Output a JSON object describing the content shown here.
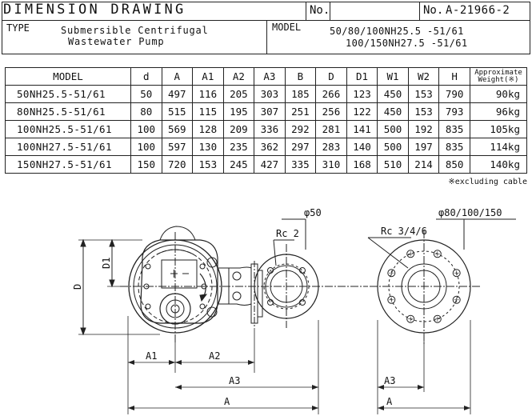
{
  "header": {
    "title": "DIMENSION DRAWING",
    "no_label": "No.",
    "docno_label": "No.",
    "doc_number": "A-21966-2"
  },
  "type_block": {
    "label": "TYPE",
    "line1": "Submersible Centrifugal",
    "line2": "Wastewater Pump"
  },
  "model_block": {
    "label": "MODEL",
    "line1": "50/80/100NH25.5 -51/61",
    "line2": "100/150NH27.5 -51/61"
  },
  "table": {
    "headers": [
      "MODEL",
      "d",
      "A",
      "A1",
      "A2",
      "A3",
      "B",
      "D",
      "D1",
      "W1",
      "W2",
      "H"
    ],
    "weight_header_line1": "Approximate",
    "weight_header_line2": "Weight(※)",
    "rows": [
      {
        "cells": [
          "50NH25.5-51/61",
          "50",
          "497",
          "116",
          "205",
          "303",
          "185",
          "266",
          "123",
          "450",
          "153",
          "790"
        ],
        "weight": "90kg"
      },
      {
        "cells": [
          "80NH25.5-51/61",
          "80",
          "515",
          "115",
          "195",
          "307",
          "251",
          "256",
          "122",
          "450",
          "153",
          "793"
        ],
        "weight": "96kg"
      },
      {
        "cells": [
          "100NH25.5-51/61",
          "100",
          "569",
          "128",
          "209",
          "336",
          "292",
          "281",
          "141",
          "500",
          "192",
          "835"
        ],
        "weight": "105kg"
      },
      {
        "cells": [
          "100NH27.5-51/61",
          "100",
          "597",
          "130",
          "235",
          "362",
          "297",
          "283",
          "140",
          "500",
          "197",
          "835"
        ],
        "weight": "114kg"
      },
      {
        "cells": [
          "150NH27.5-51/61",
          "150",
          "720",
          "153",
          "245",
          "427",
          "335",
          "310",
          "168",
          "510",
          "214",
          "850"
        ],
        "weight": "140kg"
      }
    ],
    "note": "※excluding cable"
  },
  "drawing": {
    "phi50": "φ50",
    "phi_multi": "φ80/100/150",
    "rc2": "Rc 2",
    "rc346": "Rc 3/4/6",
    "dim_D": "D",
    "dim_D1": "D1",
    "dim_A1": "A1",
    "dim_A2": "A2",
    "dim_A3_left": "A3",
    "dim_A_left": "A",
    "dim_A3_right": "A3",
    "dim_A_right": "A"
  }
}
